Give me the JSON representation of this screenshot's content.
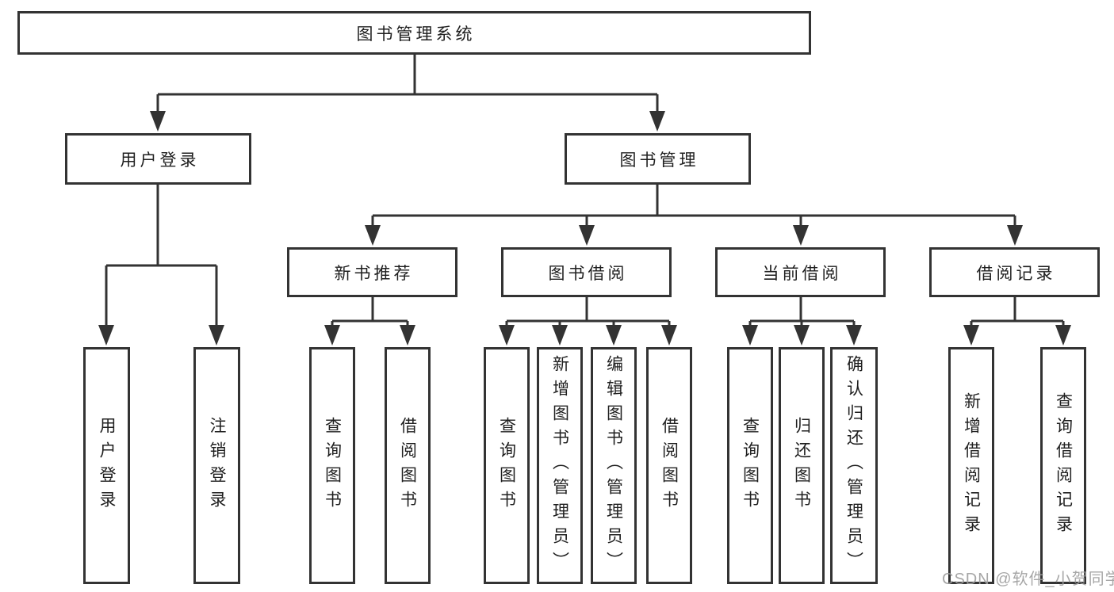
{
  "tree": {
    "label": "图书管理系统",
    "children": [
      {
        "label": "用户登录",
        "children": [
          {
            "label": "用户登录"
          },
          {
            "label": "注销登录"
          }
        ]
      },
      {
        "label": "图书管理",
        "children": [
          {
            "label": "新书推荐",
            "children": [
              {
                "label": "查询图书"
              },
              {
                "label": "借阅图书"
              }
            ]
          },
          {
            "label": "图书借阅",
            "children": [
              {
                "label": "查询图书"
              },
              {
                "label": "新增图书（管理员）"
              },
              {
                "label": "编辑图书（管理员）"
              },
              {
                "label": "借阅图书"
              }
            ]
          },
          {
            "label": "当前借阅",
            "children": [
              {
                "label": "查询图书"
              },
              {
                "label": "归还图书"
              },
              {
                "label": "确认归还（管理员）"
              }
            ]
          },
          {
            "label": "借阅记录",
            "children": [
              {
                "label": "新增借阅记录"
              },
              {
                "label": "查询借阅记录"
              }
            ]
          }
        ]
      }
    ]
  },
  "watermark": "CSDN @软件_小贺同学",
  "colors": {
    "line": "#333333",
    "box_border": "#333333",
    "text": "#1f1f1f",
    "watermark": "#9e9e9e",
    "background": "#ffffff"
  }
}
